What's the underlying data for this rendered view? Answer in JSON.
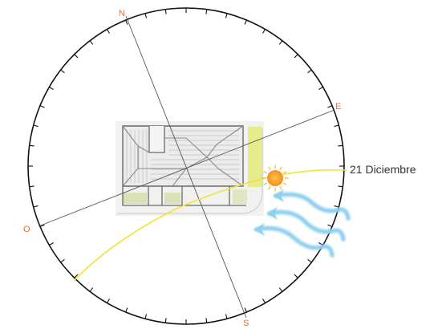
{
  "compass": {
    "north": "N",
    "east": "E",
    "south": "S",
    "west": "O",
    "label_color": "#e8703a"
  },
  "sun_path": {
    "label": "21 Diciembre",
    "line_color": "#f2e33a",
    "sun_color": "#f59a1e"
  },
  "wind": {
    "arrow_color": "#8fd0ee"
  },
  "building": {
    "highlight_color": "#e4ea7a",
    "outline_color": "#7a7a7a"
  }
}
